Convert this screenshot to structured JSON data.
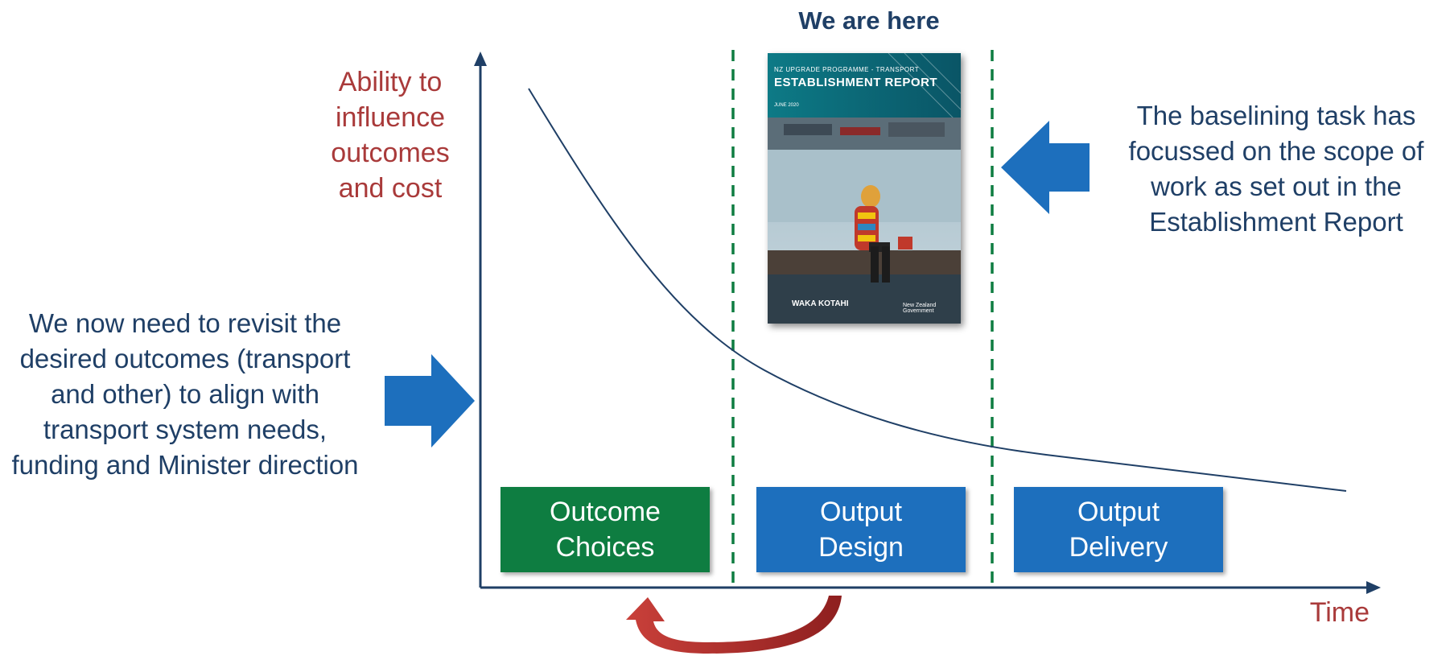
{
  "header": {
    "we_are_here": "We are here"
  },
  "axes": {
    "y_label": "Ability to influence outcomes and cost",
    "x_label": "Time"
  },
  "notes": {
    "left": "We now need to revisit the desired outcomes (transport and other) to align with transport system needs, funding and Minister direction",
    "right": "The baselining task has focussed on the scope of work as set out in the Establishment Report"
  },
  "phases": [
    {
      "label_line1": "Outcome",
      "label_line2": "Choices",
      "color": "#0e7d41"
    },
    {
      "label_line1": "Output",
      "label_line2": "Design",
      "color": "#1d6fbd"
    },
    {
      "label_line1": "Output",
      "label_line2": "Delivery",
      "color": "#1d6fbd"
    }
  ],
  "report_cover": {
    "series_title": "NZ UPGRADE PROGRAMME - TRANSPORT",
    "title": "ESTABLISHMENT REPORT",
    "date": "JUNE 2020",
    "logo": "WAKA KOTAHI",
    "government": "New Zealand Government"
  },
  "colors": {
    "arrow_blue": "#1d6fbd",
    "axis": "#1f3f66",
    "divider_green": "#0e7d41",
    "feedback_arrow_red": "#c0392b",
    "label_red": "#a93a3a"
  }
}
